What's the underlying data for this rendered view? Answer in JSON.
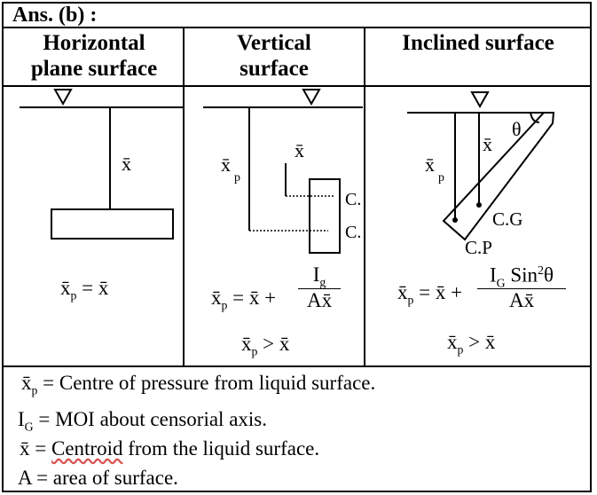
{
  "title": "Ans. (b) :",
  "columns": [
    {
      "heading": "Horizontal\nplane surface",
      "formula": "x̄p = x̄"
    },
    {
      "heading": "Vertical\nsurface",
      "formula1": "x̄p = x̄ + Ig / Ax̄",
      "formula2": "x̄p > x̄"
    },
    {
      "heading": "Inclined surface",
      "formula1": "x̄p = x̄ + IG Sin²θ / Ax̄",
      "formula2": "x̄p > x̄"
    }
  ],
  "labels": {
    "xbar": "x̄",
    "xp": "x̄",
    "p": "p",
    "g": "g",
    "G": "G",
    "c": "C.",
    "cg": "C.G",
    "cp": "C.P",
    "theta": "θ",
    "A": "A",
    "sin": "Sin",
    "two": "2",
    "I": "I",
    "eq": "=",
    "plus": "+",
    "gt": ">"
  },
  "legend": {
    "line1_sym": "x̄",
    "line1_sub": "p",
    "line1_text": " = Centre of pressure from liquid surface.",
    "line2_sym": "I",
    "line2_sub": "G",
    "line2_text": " = MOI about censorial axis.",
    "line3_sym": "x̄",
    "line3_text_a": " = ",
    "line3_text_b": "Centroid",
    "line3_text_c": " from the liquid surface.",
    "line4_text": "A = area of surface."
  }
}
